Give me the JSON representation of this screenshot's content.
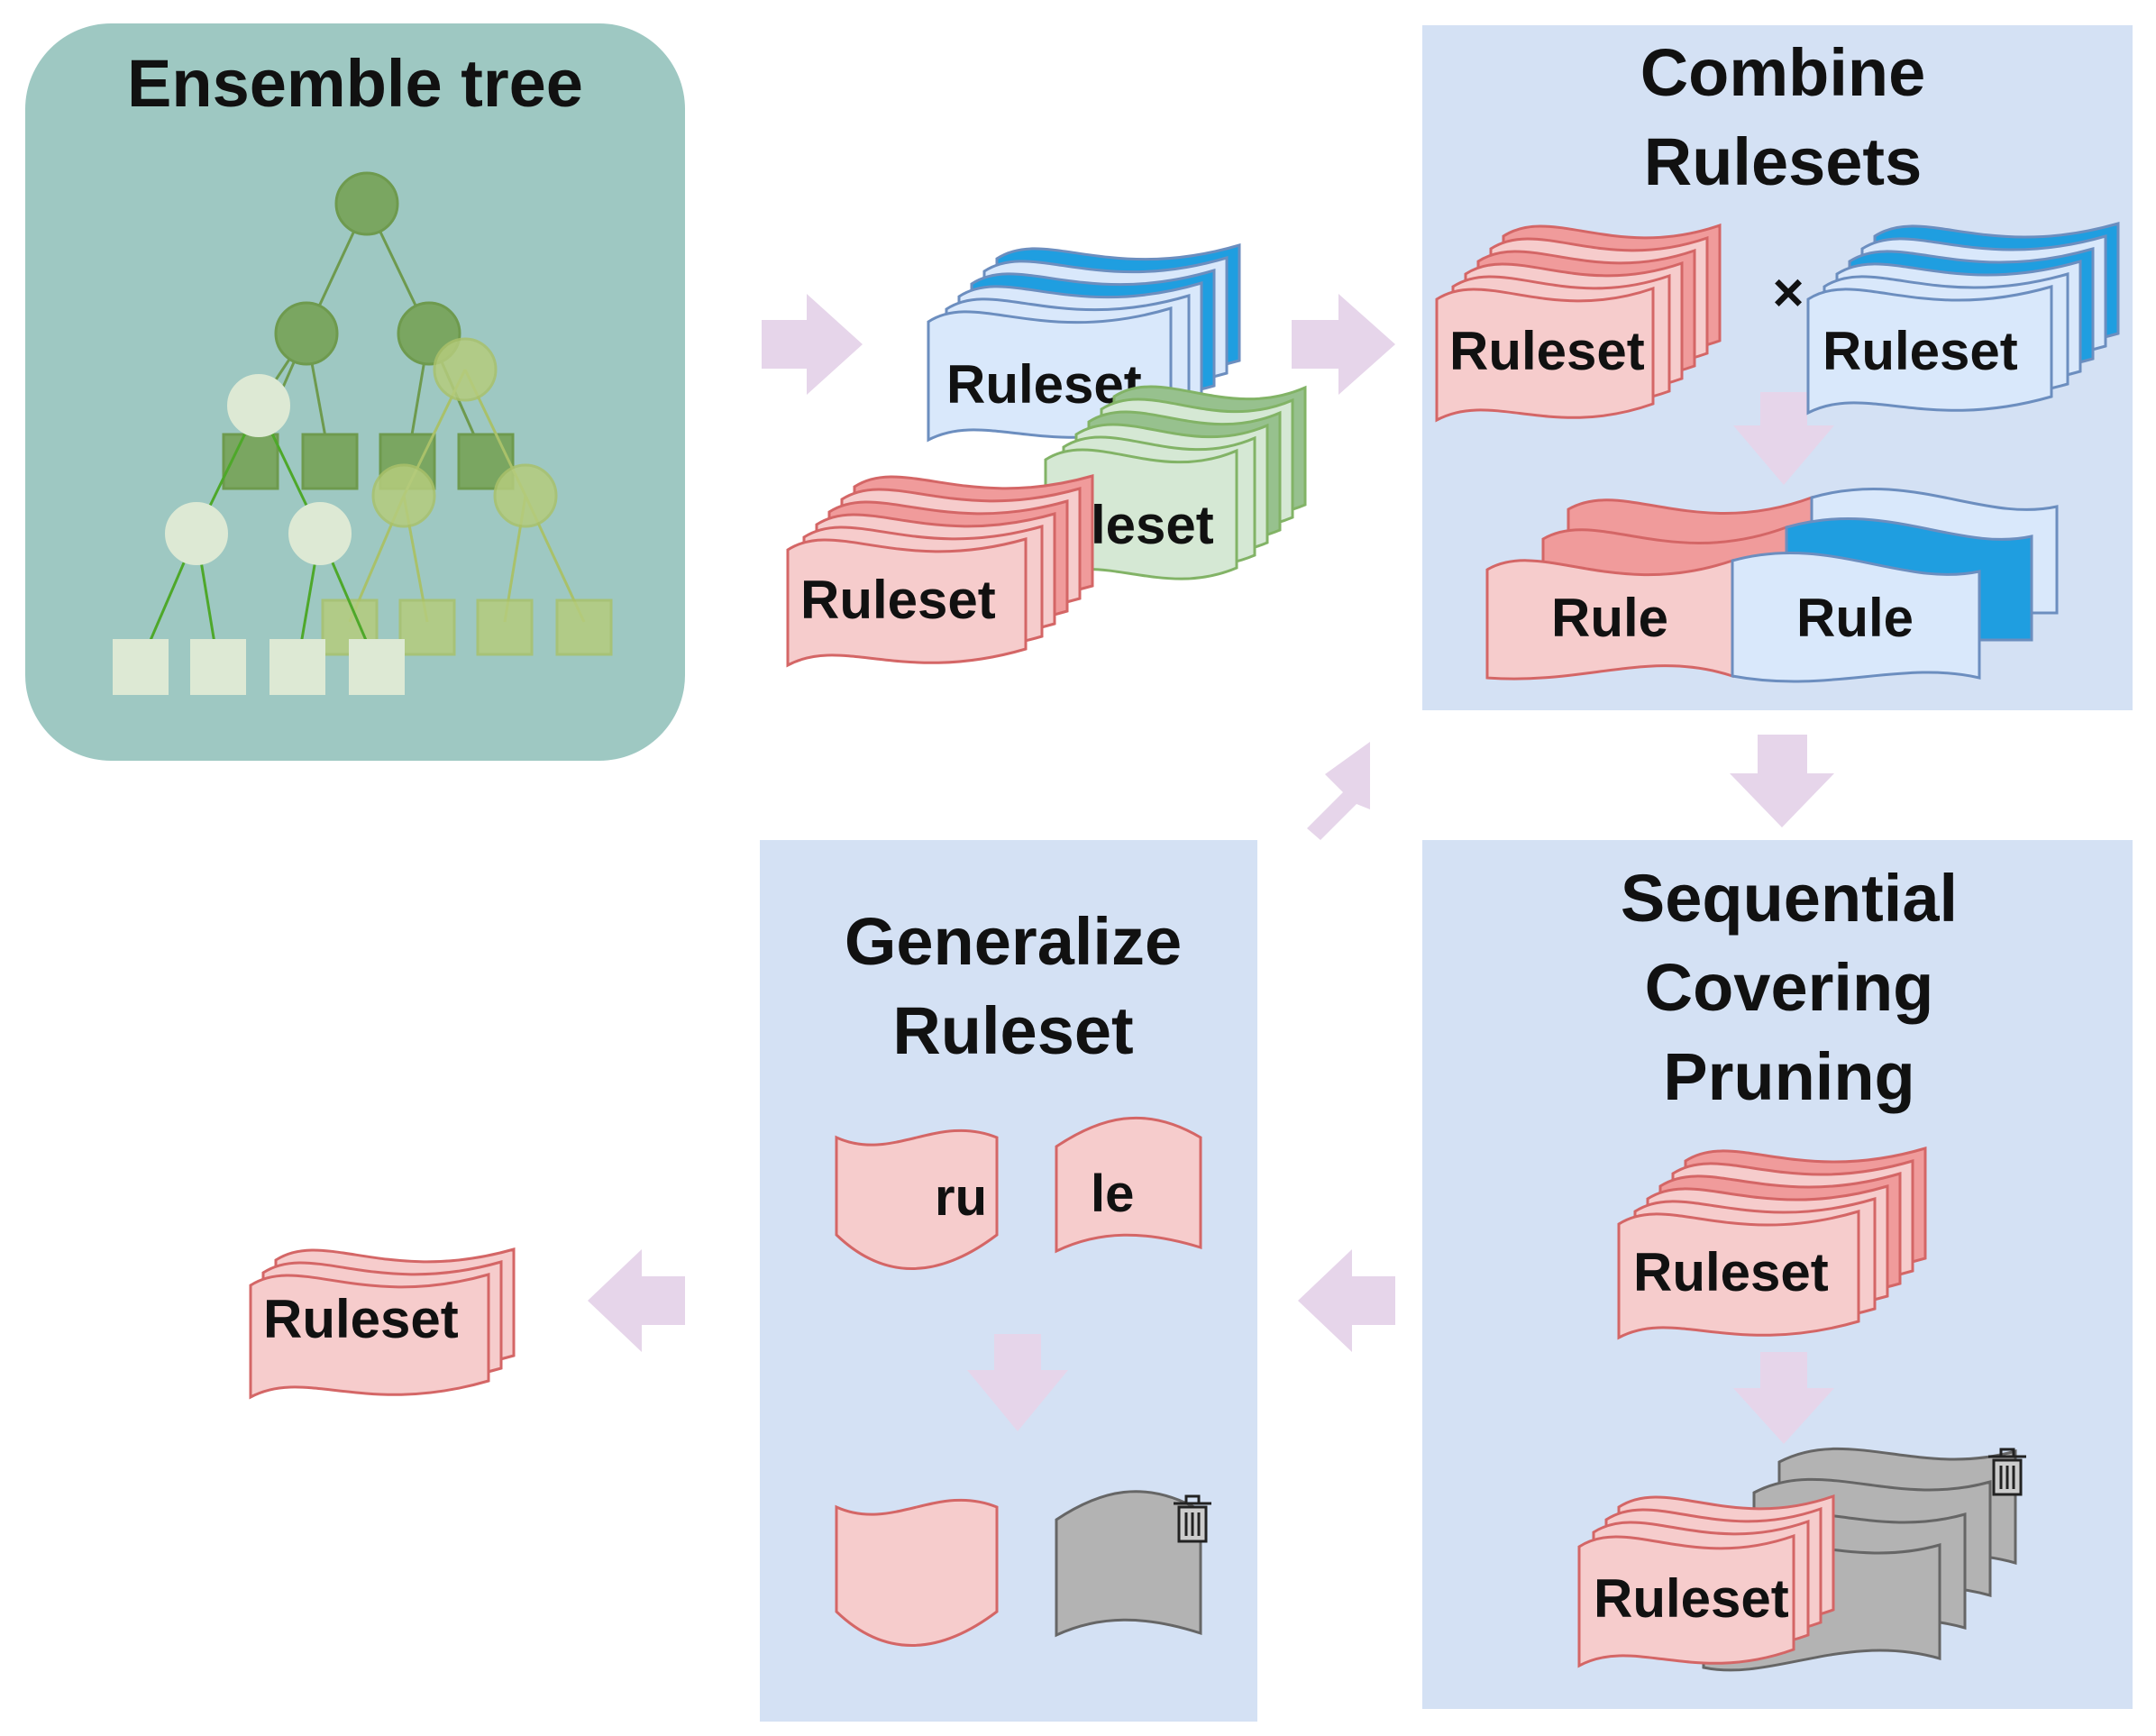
{
  "panels": {
    "ensemble": {
      "title": "Ensemble tree"
    },
    "combine": {
      "title_lines": [
        "Combine",
        "Rulesets"
      ],
      "operator": "×"
    },
    "pruning": {
      "title_lines": [
        "Sequential",
        "Covering",
        "Pruning"
      ]
    },
    "generalize": {
      "title_lines": [
        "Generalize",
        "Ruleset"
      ],
      "fragment_left": "ru",
      "fragment_right": "le"
    }
  },
  "labels": {
    "ruleset": "Ruleset",
    "ruleset_partial_blue": "Ruleset",
    "ruleset_partial_green": "leset",
    "rule": "Rule"
  },
  "colors": {
    "ensemble_bg": "#9ec8c2",
    "panel_bg": "#d4e1f4",
    "arrow": "#e6d5ea",
    "red_fill": "#f6cccc",
    "red_back": "#f09b9b",
    "red_stroke": "#d46666",
    "blue_fill": "#d9e8fb",
    "blue_back": "#1f9ee0",
    "blue_stroke": "#6c8ebf",
    "green_fill": "#d5e8d4",
    "green_back": "#97c18e",
    "green_stroke": "#82b366",
    "gray_fill": "#b3b3b3",
    "gray_stroke": "#666666"
  },
  "icons": [
    "trash-icon",
    "trash-icon"
  ]
}
